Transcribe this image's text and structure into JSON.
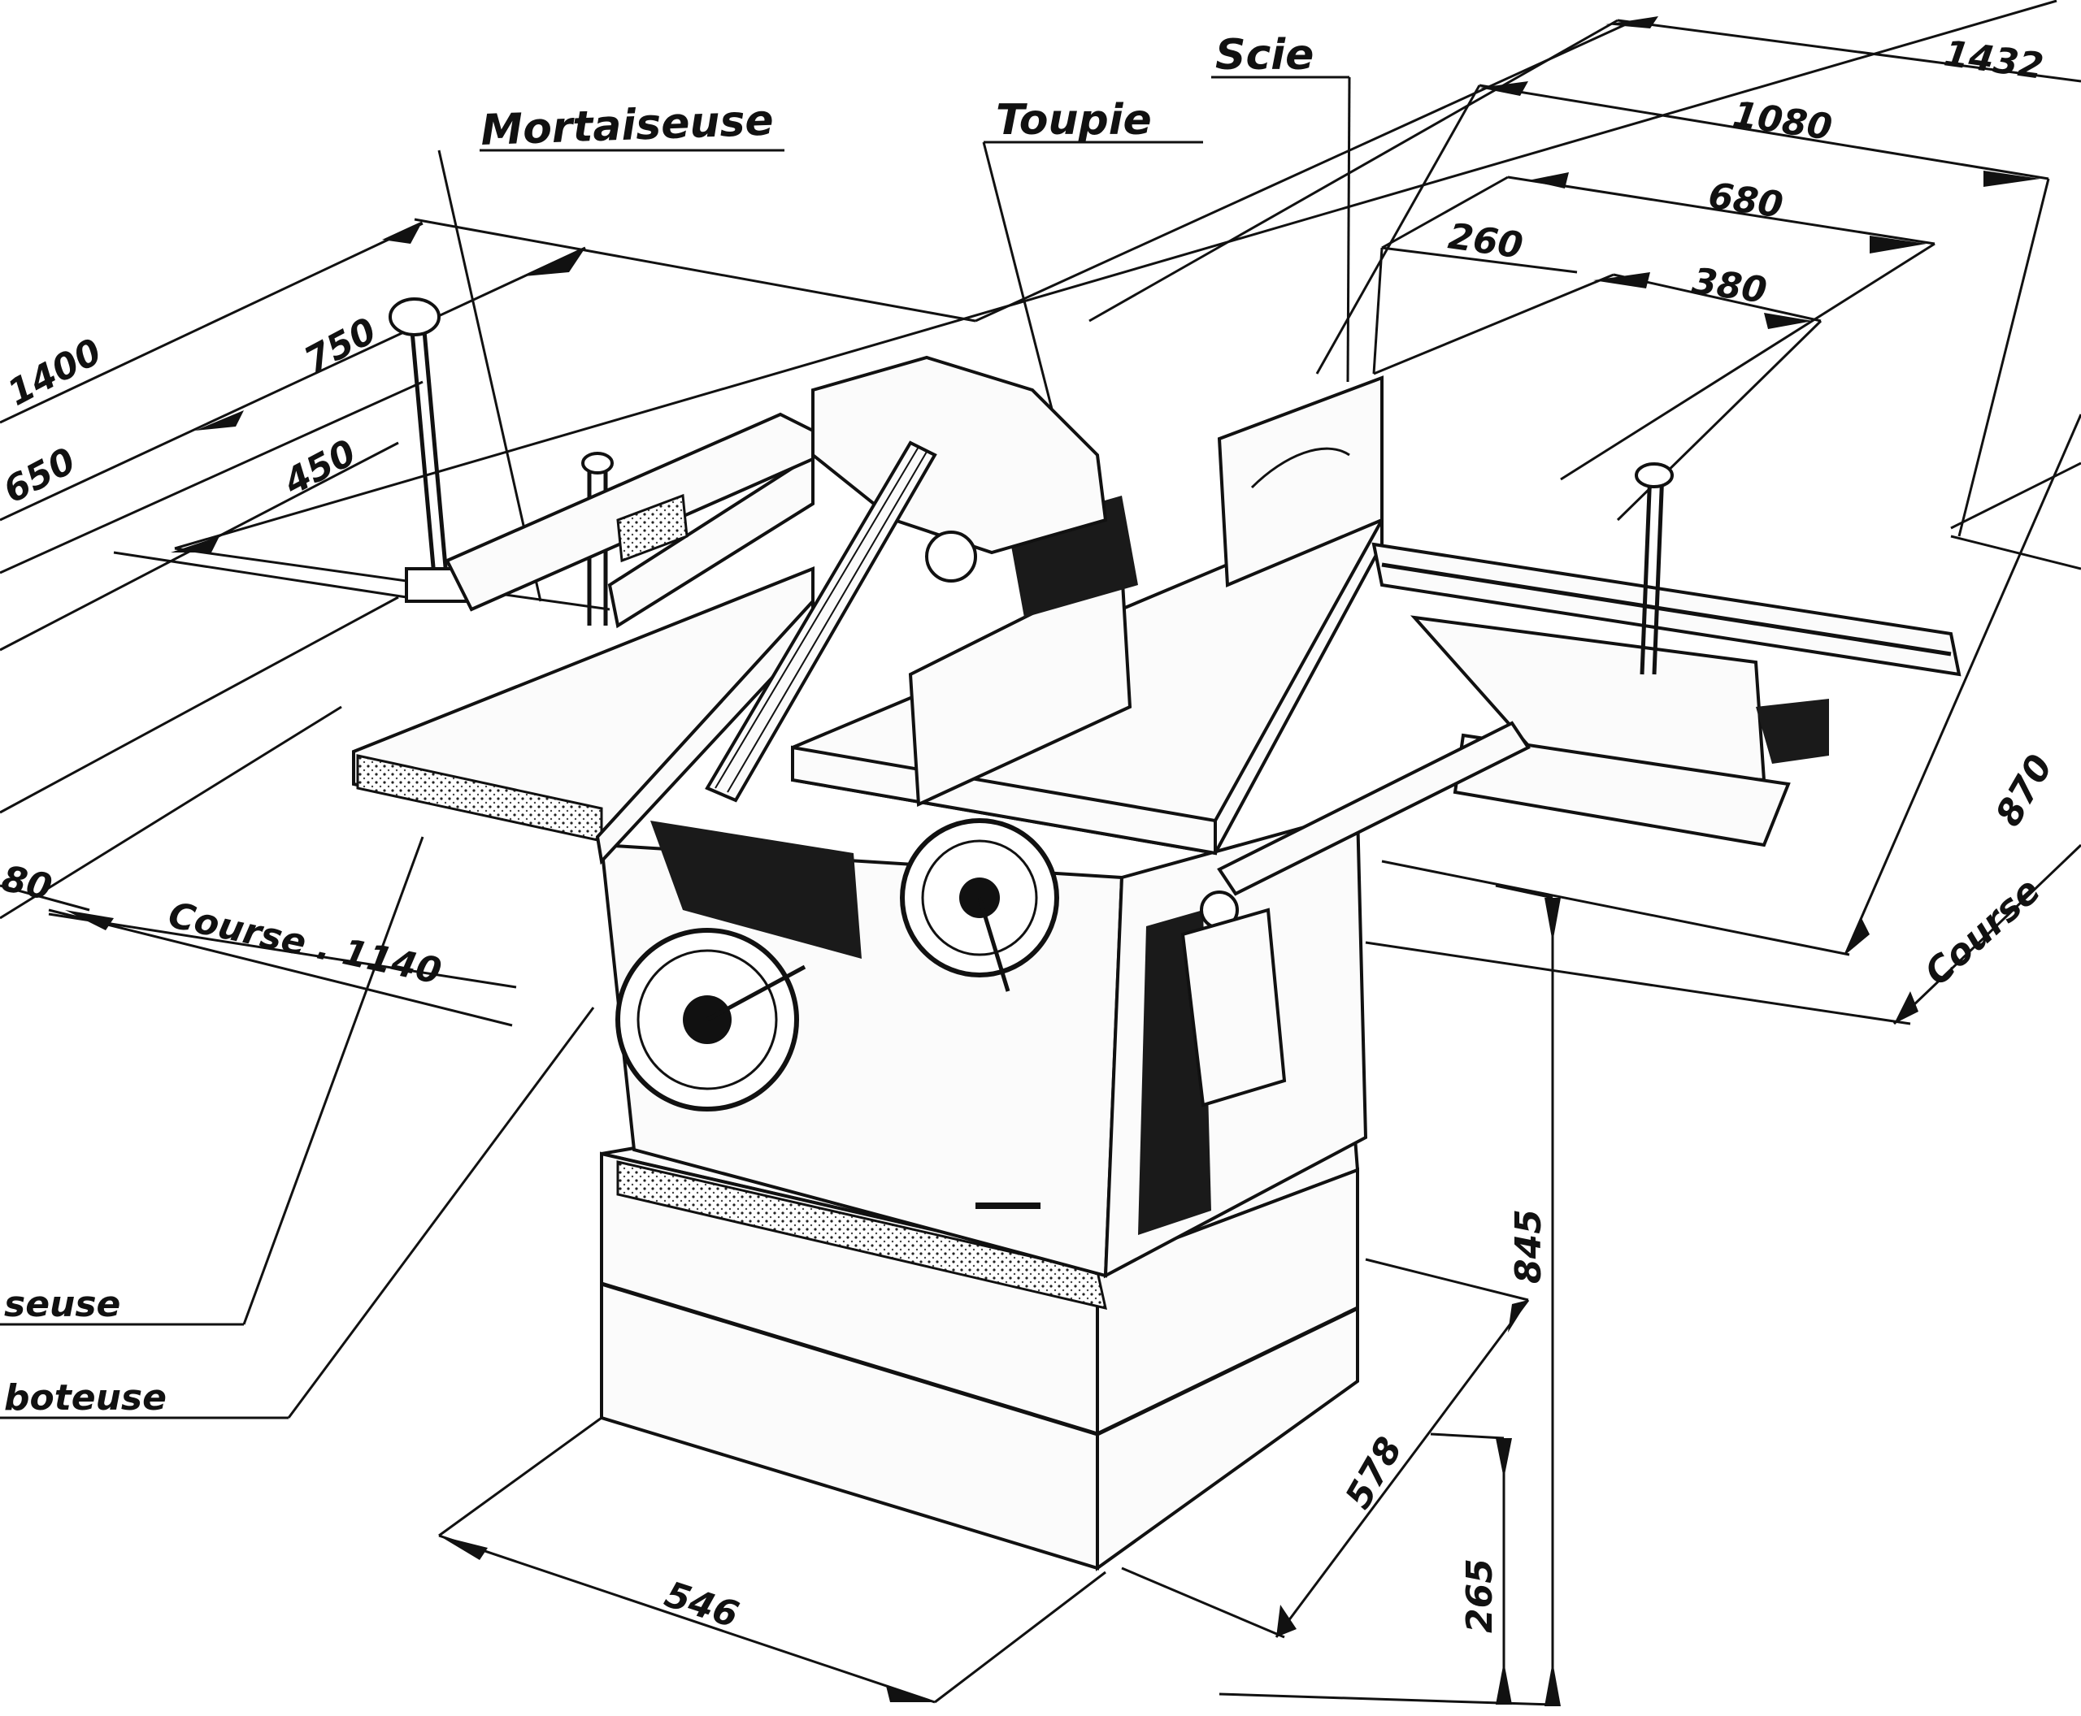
{
  "labels": {
    "mortaiseuse": "Mortaiseuse",
    "toupie": "Toupie",
    "scie": "Scie",
    "course_left": "Course . 1140",
    "course_right": "Course",
    "label_bottom_1": "seuse",
    "label_bottom_2": "boteuse"
  },
  "dimensions": {
    "d1400": "1400",
    "d650": "650",
    "d750": "750",
    "d450": "450",
    "d80": "80",
    "d1432": "1432",
    "d1080": "1080",
    "d680": "680",
    "d260": "260",
    "d380": "380",
    "d870": "870",
    "d845": "845",
    "d578": "578",
    "d265": "265",
    "d546": "546"
  },
  "colors": {
    "ink": "#111111",
    "paper": "#ffffff"
  }
}
